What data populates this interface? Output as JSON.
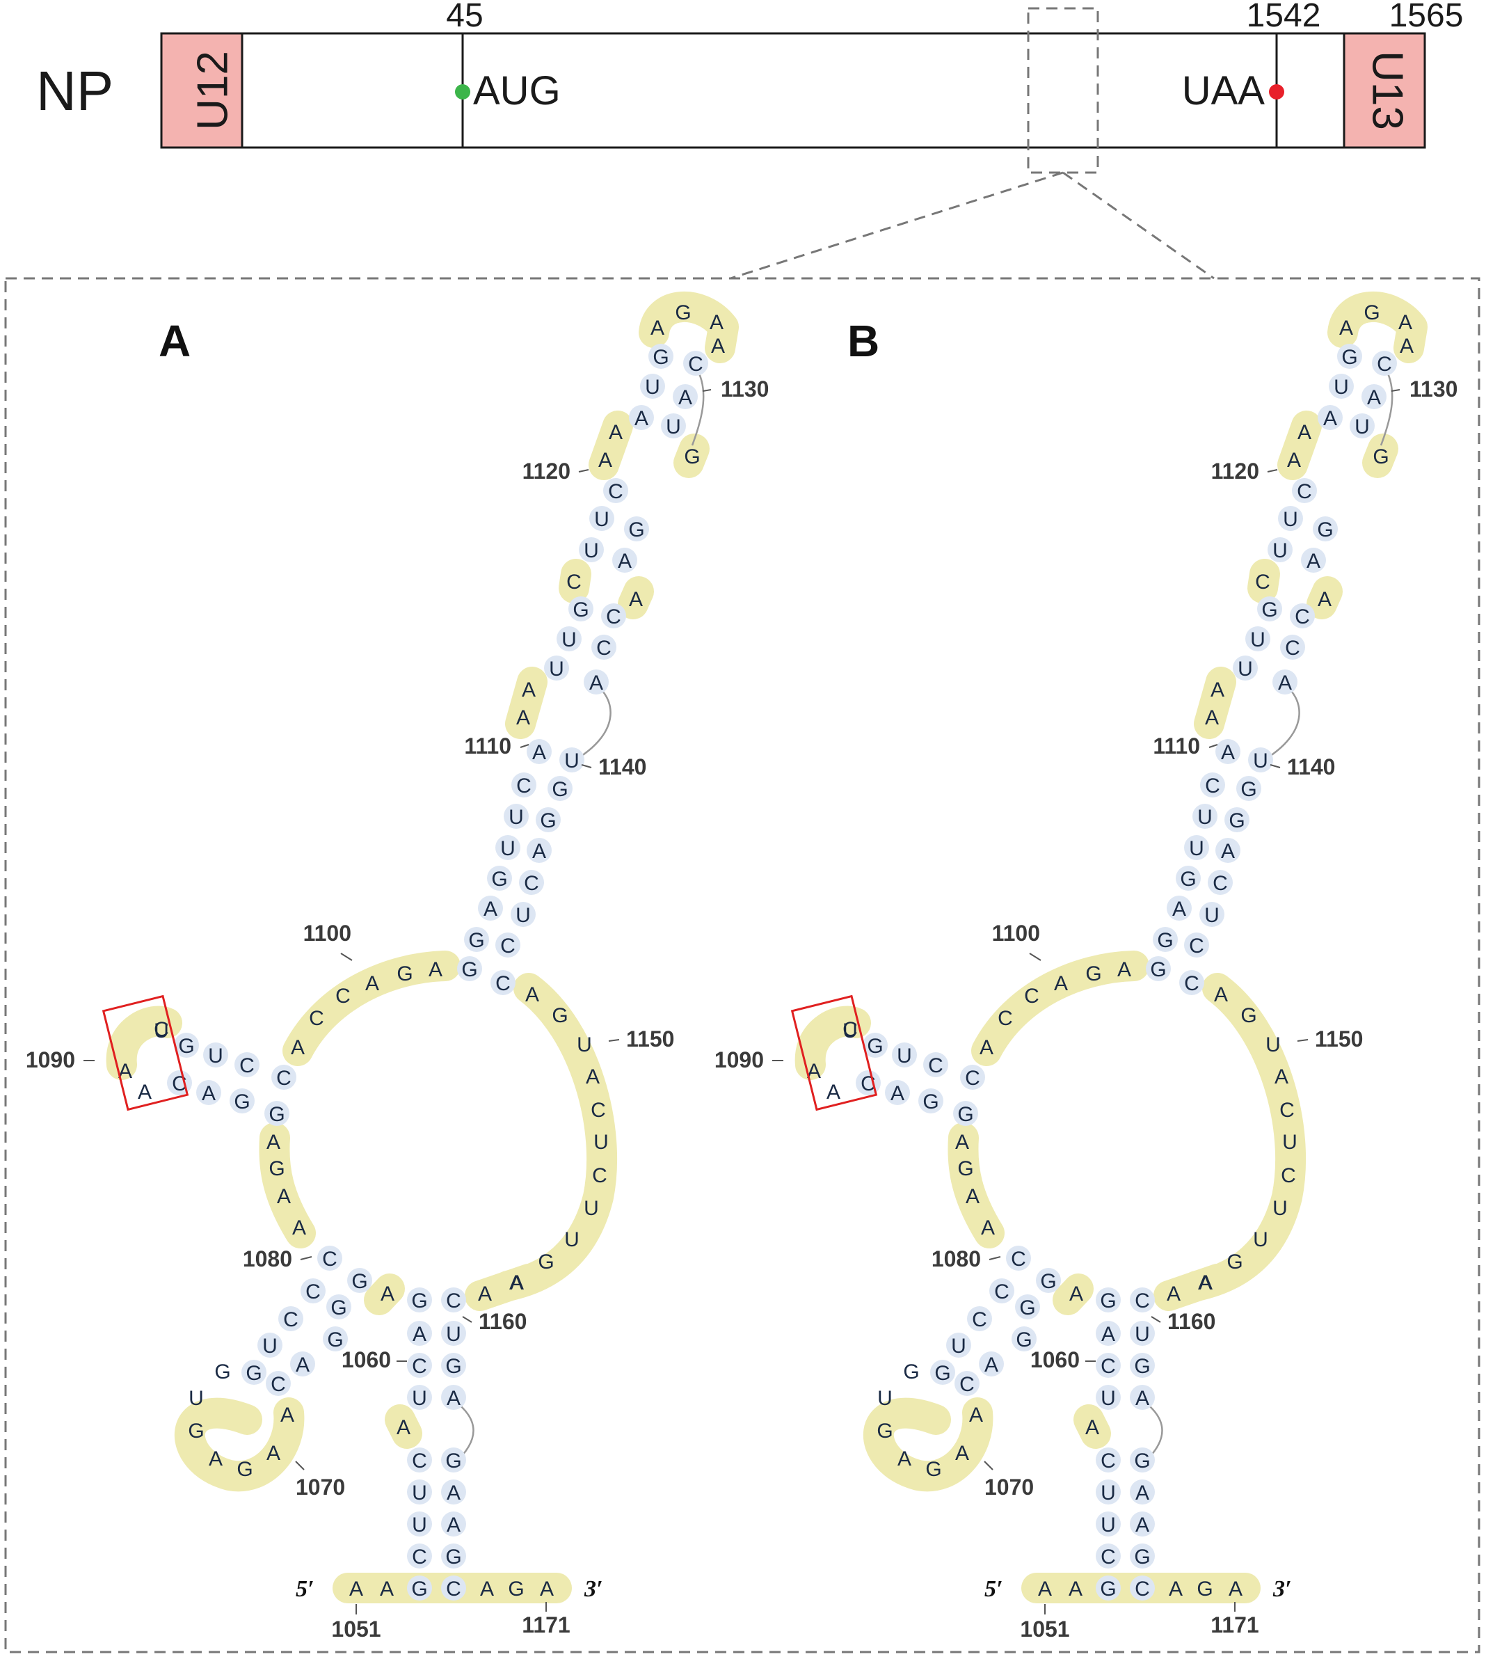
{
  "gene": {
    "name": "NP",
    "utr5": "U12",
    "utr3": "U13",
    "start_pos": "45",
    "start_codon": "AUG",
    "stop_pos": "1542",
    "stop_codon": "UAA",
    "end_pos": "1565",
    "start_color": "#3cb54a",
    "stop_color": "#e8202a",
    "utr_color": "#f4b3b0"
  },
  "colors": {
    "unpaired_highlight": "#eeeab0",
    "paired_circle": "#dde6f3",
    "boxed_region": "#e02020"
  },
  "panels": [
    {
      "letter": "A",
      "numbers": [
        {
          "text": "1130"
        },
        {
          "text": "1120"
        },
        {
          "text": "1110"
        },
        {
          "text": "1140"
        },
        {
          "text": "1100"
        },
        {
          "text": "1150"
        },
        {
          "text": "1090"
        },
        {
          "text": "1080"
        },
        {
          "text": "1160"
        },
        {
          "text": "1060"
        },
        {
          "text": "1070"
        },
        {
          "text": "1051"
        },
        {
          "text": "1171"
        }
      ],
      "five_prime": "5′",
      "three_prime": "3′"
    },
    {
      "letter": "B",
      "numbers": [
        {
          "text": "1130"
        },
        {
          "text": "1120"
        },
        {
          "text": "1110"
        },
        {
          "text": "1140"
        },
        {
          "text": "1100"
        },
        {
          "text": "1150"
        },
        {
          "text": "1090"
        },
        {
          "text": "1080"
        },
        {
          "text": "1160"
        },
        {
          "text": "1060"
        },
        {
          "text": "1070"
        },
        {
          "text": "1051"
        },
        {
          "text": "1171"
        }
      ],
      "five_prime": "5′",
      "three_prime": "3′"
    }
  ],
  "nucleotides": {
    "A": {
      "tail5": [
        "A",
        "A"
      ],
      "stemA_left": [
        "G",
        "C",
        "U",
        "U",
        "C",
        "A"
      ],
      "stemA_right": [
        "C",
        "G",
        "A",
        "A",
        "G",
        "U"
      ],
      "stemA_bulge": "A",
      "stemA_top_left": [
        "A",
        "G"
      ],
      "stemA_top_right": [
        "C",
        "A"
      ],
      "loop_right": [
        "A",
        "A",
        "G",
        "U",
        "U",
        "C",
        "U",
        "C",
        "A",
        "U",
        "G",
        "A"
      ],
      "loop_left_top": [
        "A",
        "C",
        "C",
        "A",
        "G",
        "A"
      ],
      "loop_left_bottom": [
        "A",
        "G",
        "A",
        "A"
      ],
      "tail3": [
        "A",
        "G",
        "A"
      ],
      "stemB_left": [
        "C",
        "G",
        "C",
        "U",
        "G"
      ],
      "stemB_right": [
        "G",
        "G",
        "C",
        "A",
        "C"
      ],
      "stemB_loop": [
        "U",
        "G",
        "A",
        "G",
        "A",
        "A"
      ],
      "stemC_outer": [
        "G",
        "U",
        "C",
        "C"
      ],
      "stemC_inner": [
        "C",
        "A",
        "G",
        "G"
      ],
      "stemC_loop": [
        "C",
        "U",
        "A",
        "A"
      ],
      "stemD_left": [
        "A",
        "C",
        "U",
        "U",
        "G",
        "A",
        "G",
        "C",
        "U",
        "U",
        "C",
        "A",
        "A",
        "G",
        "U"
      ],
      "stemD_right": [
        "U",
        "G",
        "G",
        "A",
        "C",
        "U",
        "C",
        "A",
        "A",
        "C",
        "G",
        "A",
        "U",
        "C",
        "A"
      ],
      "stemD_loop": [
        "A",
        "G",
        "A",
        "A"
      ],
      "stemD_bulge_left": [
        "A",
        "A",
        "A",
        "A",
        "C"
      ],
      "stemD_bulge_right": [
        "A",
        "G"
      ]
    }
  }
}
